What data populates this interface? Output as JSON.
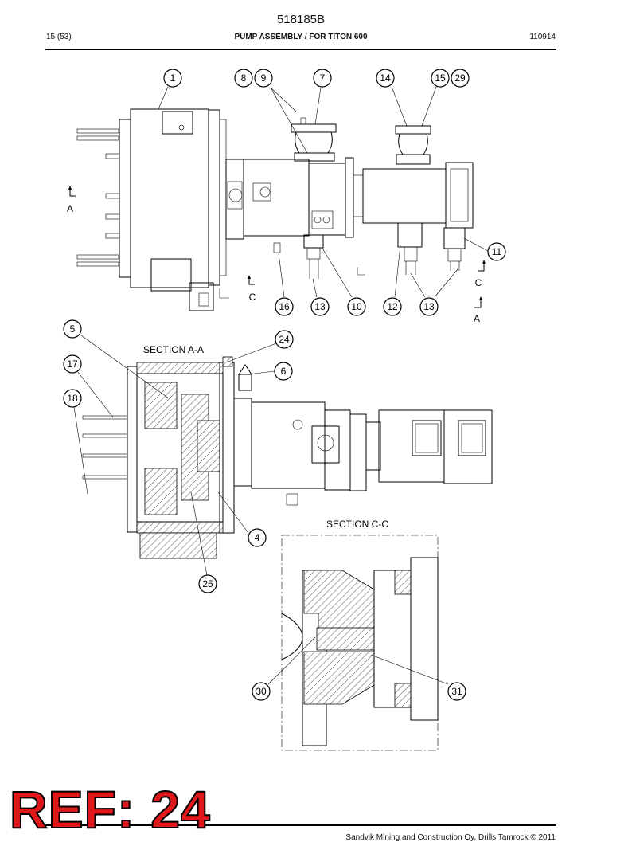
{
  "header": {
    "doc_number": "518185B",
    "page": "15 (53)",
    "title": "PUMP ASSEMBLY / FOR TITON 600",
    "date": "110914"
  },
  "sections": {
    "a_a": "SECTION A-A",
    "c_c": "SECTION C-C"
  },
  "view_markers": {
    "a_left": "A",
    "a_right": "A",
    "c_left": "C",
    "c_right": "C"
  },
  "callouts": [
    "1",
    "8",
    "9",
    "7",
    "14",
    "15",
    "29",
    "11",
    "16",
    "13",
    "10",
    "12",
    "13",
    "5",
    "24",
    "6",
    "17",
    "18",
    "4",
    "25",
    "30",
    "31"
  ],
  "footer": {
    "copyright": "Sandvik Mining and Construction Oy, Drills Tamrock © 2011"
  },
  "stamp": "REF: 24"
}
